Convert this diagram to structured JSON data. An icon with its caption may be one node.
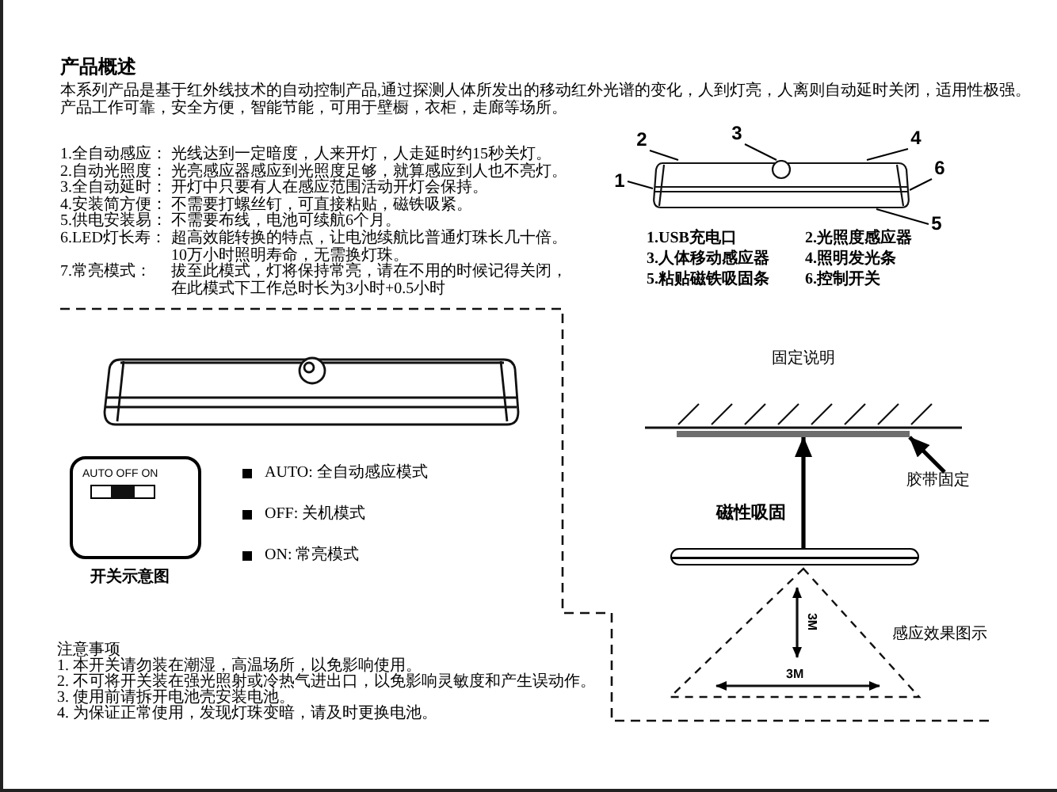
{
  "diagram": {
    "title": "产品概述",
    "nodes": [
      {
        "text": [
          "2"
        ]
      },
      {
        "text": [
          "3"
        ]
      },
      {
        "text": [
          "4"
        ]
      },
      {
        "text": [
          "1"
        ]
      },
      {
        "text": [
          "6"
        ]
      },
      {
        "text": [
          "5"
        ]
      },
      {
        "text": [
          "AUTO OFF ON"
        ],
        "beside": [
          "开关示意图"
        ]
      },
      {
        "text": [],
        "shape": "bar"
      },
      {
        "text": [
          "胶带固定"
        ]
      },
      {
        "text": [],
        "shape": "bar"
      },
      {
        "text": [],
        "shape": "picture"
      }
    ],
    "edges": [
      {
        "from": 0,
        "to": 10,
        "arrow": "none"
      },
      {
        "from": 1,
        "to": 10,
        "arrow": "none"
      },
      {
        "from": 2,
        "to": 10,
        "arrow": "none"
      },
      {
        "from": 3,
        "to": 10,
        "arrow": "none"
      },
      {
        "from": 4,
        "to": 10,
        "arrow": "none"
      },
      {
        "from": 5,
        "to": 10,
        "arrow": "none"
      },
      {
        "from": 8,
        "to": 7,
        "arrow": "to",
        "style": "thick"
      },
      {
        "from": 9,
        "to": 7,
        "arrow": "to",
        "style": "thick",
        "label": "磁性吸固"
      }
    ],
    "labels": [
      "本系列产品是基于红外线技术的自动控制产品,通过探测人体所发出的移动红外光谱的变化，人到灯亮，人离则自动延时关闭，适用性极强。产品工作可靠，安全方便，智能节能，可用于壁橱，衣柜，走廊等场所。",
      "1.全自动感应：",
      "光线达到一定暗度，人来开灯，人走延时约15秒关灯。",
      "2.自动光照度：",
      "光亮感应器感应到光照度足够，就算感应到人也不亮灯。",
      "3.全自动延时：",
      "开灯中只要有人在感应范围活动开灯会保持。",
      "4.安装简方便：",
      "不需要打螺丝钉，可直接粘贴，磁铁吸紧。",
      "5.供电安装易：",
      "不需要布线，电池可续航6个月。",
      "6.LED灯长寿：",
      "超高效能转换的特点，让电池续航比普通灯珠长几十倍。10万小时照明寿命，无需换灯珠。",
      "7.常亮模式：",
      "拔至此模式，灯将保持常亮，请在不用的时候记得关闭，在此模式下工作总时长为3小时+0.5小时",
      "1.USB充电口",
      "2.光照度感应器",
      "3.人体移动感应器",
      "4.照明发光条",
      "5.粘贴磁铁吸固条",
      "6.控制开关",
      "固定说明",
      "AUTO: 全自动感应模式",
      "OFF: 关机模式",
      "ON: 常亮模式",
      "感应效果图示",
      "3M",
      "3M",
      "注意事项",
      "1. 本开关请勿装在潮湿，高温场所，以免影响使用。",
      "2. 不可将开关装在强光照射或冷热气进出口，以免影响灵敏度和产生误动作。",
      "3. 使用前请拆开电池壳安装电池。",
      "4. 为保证正常使用，发现灯珠变暗，请及时更换电池。"
    ]
  }
}
